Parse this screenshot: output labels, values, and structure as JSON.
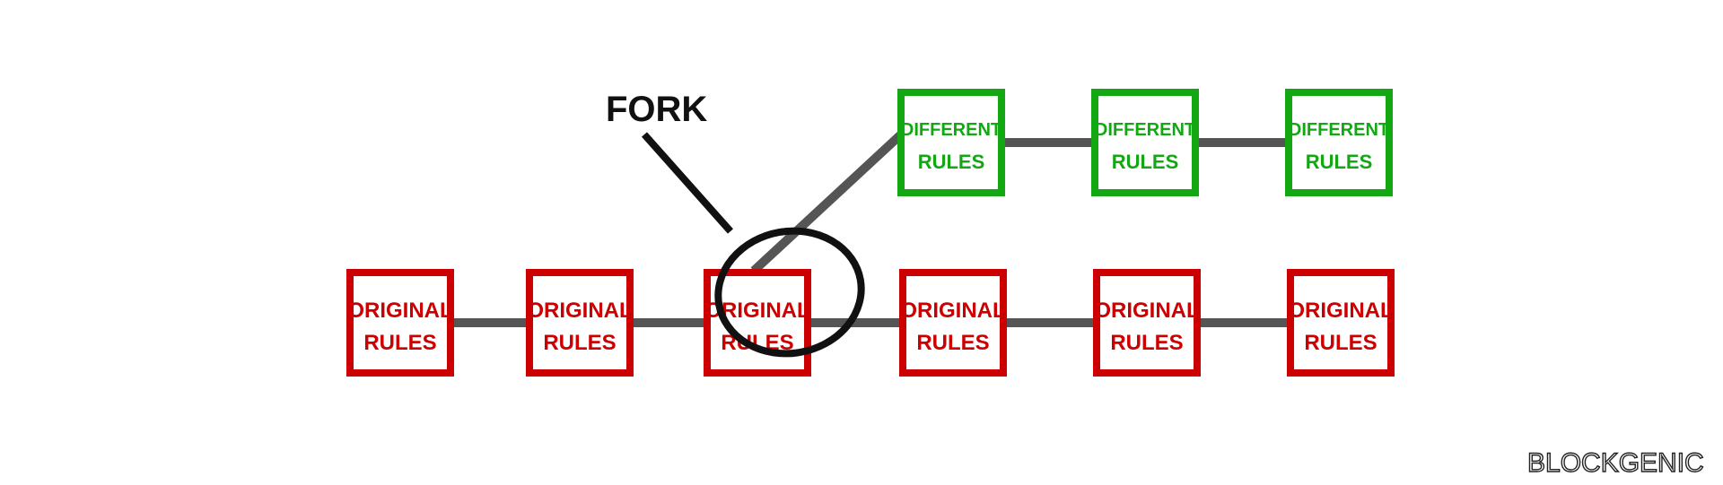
{
  "diagram": {
    "fork_label": "FORK",
    "colors": {
      "original": "#cc0000",
      "different": "#13a813",
      "connector": "#555555",
      "annotation": "#111111"
    },
    "original_chain": [
      {
        "line1": "ORIGINAL",
        "line2": "RULES"
      },
      {
        "line1": "ORIGINAL",
        "line2": "RULES"
      },
      {
        "line1": "ORIGINAL",
        "line2": "RULES"
      },
      {
        "line1": "ORIGINAL",
        "line2": "RULES"
      },
      {
        "line1": "ORIGINAL",
        "line2": "RULES"
      },
      {
        "line1": "ORIGINAL",
        "line2": "RULES"
      }
    ],
    "different_chain": [
      {
        "line1": "DIFFERENT",
        "line2": "RULES"
      },
      {
        "line1": "DIFFERENT",
        "line2": "RULES"
      },
      {
        "line1": "DIFFERENT",
        "line2": "RULES"
      }
    ]
  },
  "brand": {
    "logo_text": "BLOCKGENIC"
  }
}
